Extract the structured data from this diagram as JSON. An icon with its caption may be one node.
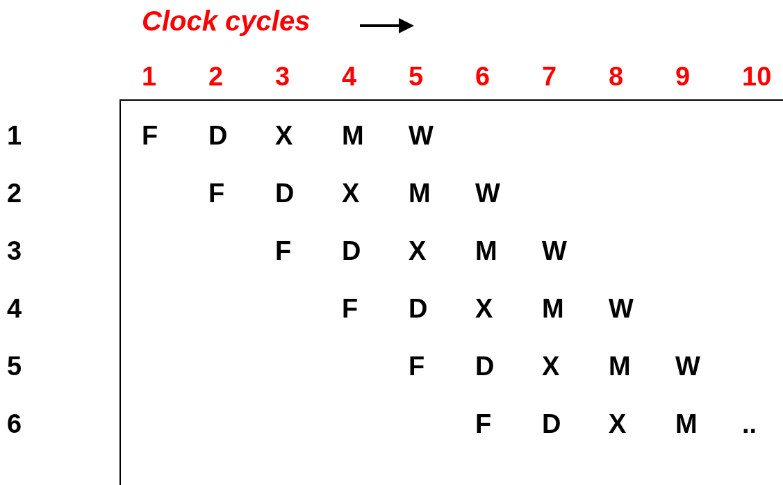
{
  "diagram": {
    "title": "Clock cycles",
    "labels": [
      "1",
      "2",
      "3",
      "4",
      "5",
      "6",
      "7",
      "8",
      "9",
      "10",
      "1",
      "F",
      "D",
      "X",
      "M",
      "W",
      "2",
      "F",
      "D",
      "X",
      "M",
      "W",
      "3",
      "F",
      "D",
      "X",
      "M",
      "W",
      "4",
      "F",
      "D",
      "X",
      "M",
      "W",
      "5",
      "F",
      "D",
      "X",
      "M",
      "W",
      "6",
      "F",
      "D",
      "X",
      "M",
      ".."
    ]
  }
}
